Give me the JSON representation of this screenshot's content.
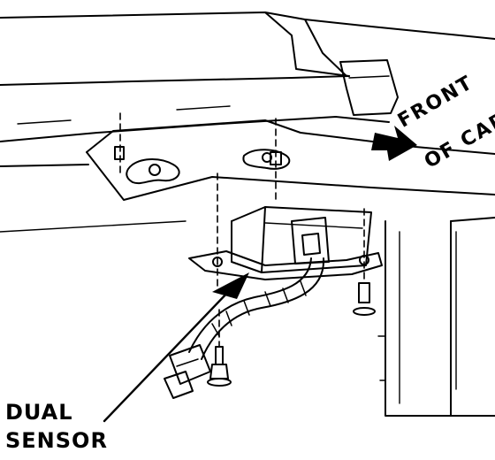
{
  "labels": {
    "dual": "DUAL",
    "sensor": "SENSOR",
    "front_line1": "FRONT",
    "front_line2": "OF CAR"
  },
  "colors": {
    "ink": "#000000",
    "paper": "#ffffff"
  }
}
